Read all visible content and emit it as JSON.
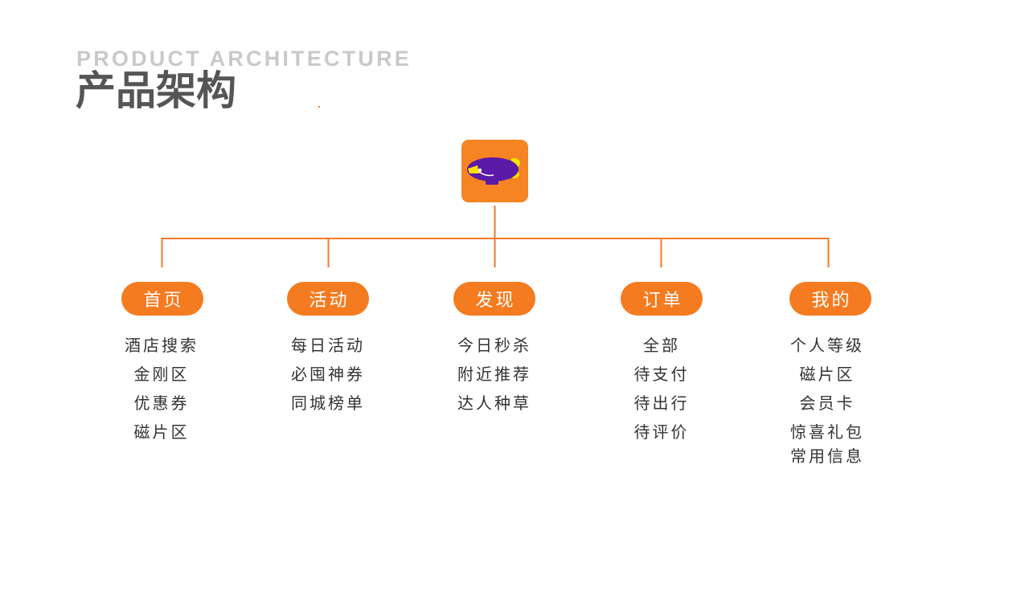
{
  "heading": {
    "en": "PRODUCT ARCHITECTURE",
    "zh": "产品架构"
  },
  "root": {
    "icon": "airship-app-icon",
    "colors": {
      "tile": "#f68422",
      "body": "#5b1aa8",
      "fin": "#ffe100"
    }
  },
  "colors": {
    "accent": "#f57b20",
    "connector": "#f07a2a",
    "heading_en": "#c9c9c9",
    "heading_zh": "#555555",
    "item_text": "#333333"
  },
  "modules": [
    {
      "label": "首页",
      "items": [
        "酒店搜索",
        "金刚区",
        "优惠券",
        "磁片区"
      ]
    },
    {
      "label": "活动",
      "items": [
        "每日活动",
        "必囤神券",
        "同城榜单"
      ]
    },
    {
      "label": "发现",
      "items": [
        "今日秒杀",
        "附近推荐",
        "达人种草"
      ]
    },
    {
      "label": "订单",
      "items": [
        "全部",
        "待支付",
        "待出行",
        "待评价"
      ]
    },
    {
      "label": "我的",
      "items": [
        "个人等级",
        "磁片区",
        "会员卡",
        "惊喜礼包",
        "常用信息"
      ]
    }
  ]
}
